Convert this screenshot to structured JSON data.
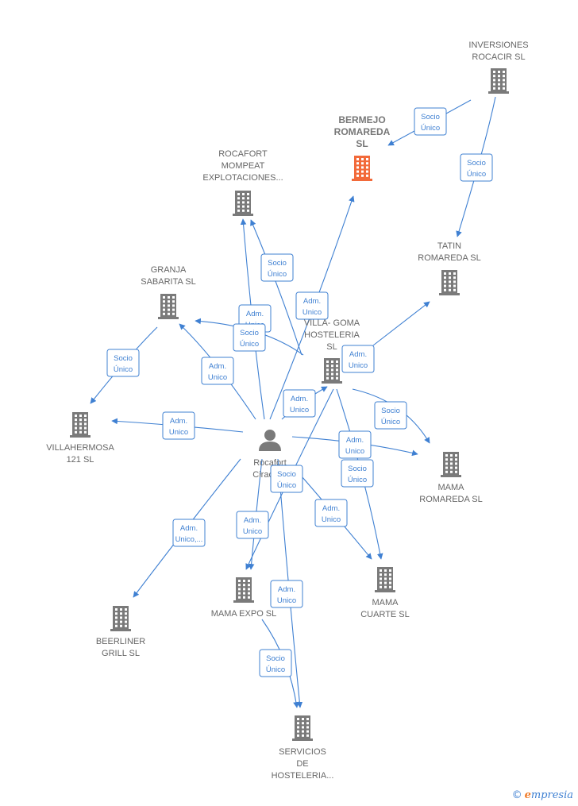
{
  "nodes": [
    {
      "id": "inversiones",
      "lines": [
        "INVERSIONES",
        "ROCACIR SL"
      ],
      "type": "company"
    },
    {
      "id": "bermejo",
      "lines": [
        "BERMEJO",
        "ROMAREDA",
        "SL"
      ],
      "type": "company",
      "focus": true,
      "color": "#f26a3a"
    },
    {
      "id": "rocafort_mompeat",
      "lines": [
        "ROCAFORT",
        "MOMPEAT",
        "EXPLOTACIONES..."
      ],
      "type": "company"
    },
    {
      "id": "tatin",
      "lines": [
        "TATIN",
        "ROMAREDA SL"
      ],
      "type": "company"
    },
    {
      "id": "granja",
      "lines": [
        "GRANJA",
        "SABARITA SL"
      ],
      "type": "company"
    },
    {
      "id": "villa_goma",
      "lines": [
        "VILLA- GOMA",
        "HOSTELERIA",
        "SL"
      ],
      "type": "company"
    },
    {
      "id": "villahermosa",
      "lines": [
        "VILLAHERMOSA",
        "121 SL"
      ],
      "type": "company"
    },
    {
      "id": "person",
      "lines": [
        "Rocafort",
        "Cirac J..."
      ],
      "type": "person"
    },
    {
      "id": "mama_romareda",
      "lines": [
        "MAMA",
        "ROMAREDA SL"
      ],
      "type": "company"
    },
    {
      "id": "beerliner",
      "lines": [
        "BEERLINER",
        "GRILL SL"
      ],
      "type": "company"
    },
    {
      "id": "mama_expo",
      "lines": [
        "MAMA EXPO SL"
      ],
      "type": "company"
    },
    {
      "id": "mama_cuarte",
      "lines": [
        "MAMA",
        "CUARTE SL"
      ],
      "type": "company"
    },
    {
      "id": "servicios",
      "lines": [
        "SERVICIOS",
        "DE",
        "HOSTELERIA..."
      ],
      "type": "company"
    }
  ],
  "edges": [
    {
      "from": "inversiones",
      "to": "bermejo",
      "label": [
        "Socio",
        "Único"
      ]
    },
    {
      "from": "inversiones",
      "to": "tatin",
      "label": [
        "Socio",
        "Único"
      ]
    },
    {
      "from": "person",
      "to": "rocafort_mompeat",
      "label": [
        "Adm.",
        "Unico"
      ]
    },
    {
      "from": "villa_goma",
      "to": "rocafort_mompeat",
      "label": [
        "Socio",
        "Único"
      ]
    },
    {
      "from": "person",
      "to": "bermejo",
      "label": [
        "Adm.",
        "Unico"
      ]
    },
    {
      "from": "villa_goma",
      "to": "tatin",
      "label": [
        "Adm.",
        "Unico"
      ]
    },
    {
      "from": "villa_goma",
      "to": "granja",
      "label": [
        "Socio",
        "Único"
      ]
    },
    {
      "from": "person",
      "to": "granja",
      "label": [
        "Adm.",
        "Unico"
      ]
    },
    {
      "from": "granja",
      "to": "villahermosa",
      "label": [
        "Socio",
        "Único"
      ]
    },
    {
      "from": "person",
      "to": "villa_goma",
      "label": [
        "Adm.",
        "Unico"
      ]
    },
    {
      "from": "person",
      "to": "villahermosa",
      "label": [
        "Adm.",
        "Unico"
      ]
    },
    {
      "from": "villa_goma",
      "to": "mama_romareda",
      "label": [
        "Socio",
        "Único"
      ]
    },
    {
      "from": "person",
      "to": "mama_romareda",
      "label": [
        "Adm.",
        "Unico"
      ]
    },
    {
      "from": "villa_goma",
      "to": "mama_cuarte",
      "label": [
        "Socio",
        "Único"
      ]
    },
    {
      "from": "person",
      "to": "mama_cuarte",
      "label": [
        "Adm.",
        "Unico"
      ]
    },
    {
      "from": "villa_goma",
      "to": "mama_expo",
      "label": [
        "Socio",
        "Único"
      ]
    },
    {
      "from": "person",
      "to": "mama_expo",
      "label": [
        "Adm.",
        "Unico"
      ]
    },
    {
      "from": "person",
      "to": "beerliner",
      "label": [
        "Adm.",
        "Unico,..."
      ]
    },
    {
      "from": "person",
      "to": "servicios",
      "label": [
        "Adm.",
        "Unico"
      ]
    },
    {
      "from": "mama_expo",
      "to": "servicios",
      "label": [
        "Socio",
        "Único"
      ]
    }
  ],
  "watermark": {
    "symbol": "©",
    "initial": "e",
    "rest": "mpresia"
  }
}
